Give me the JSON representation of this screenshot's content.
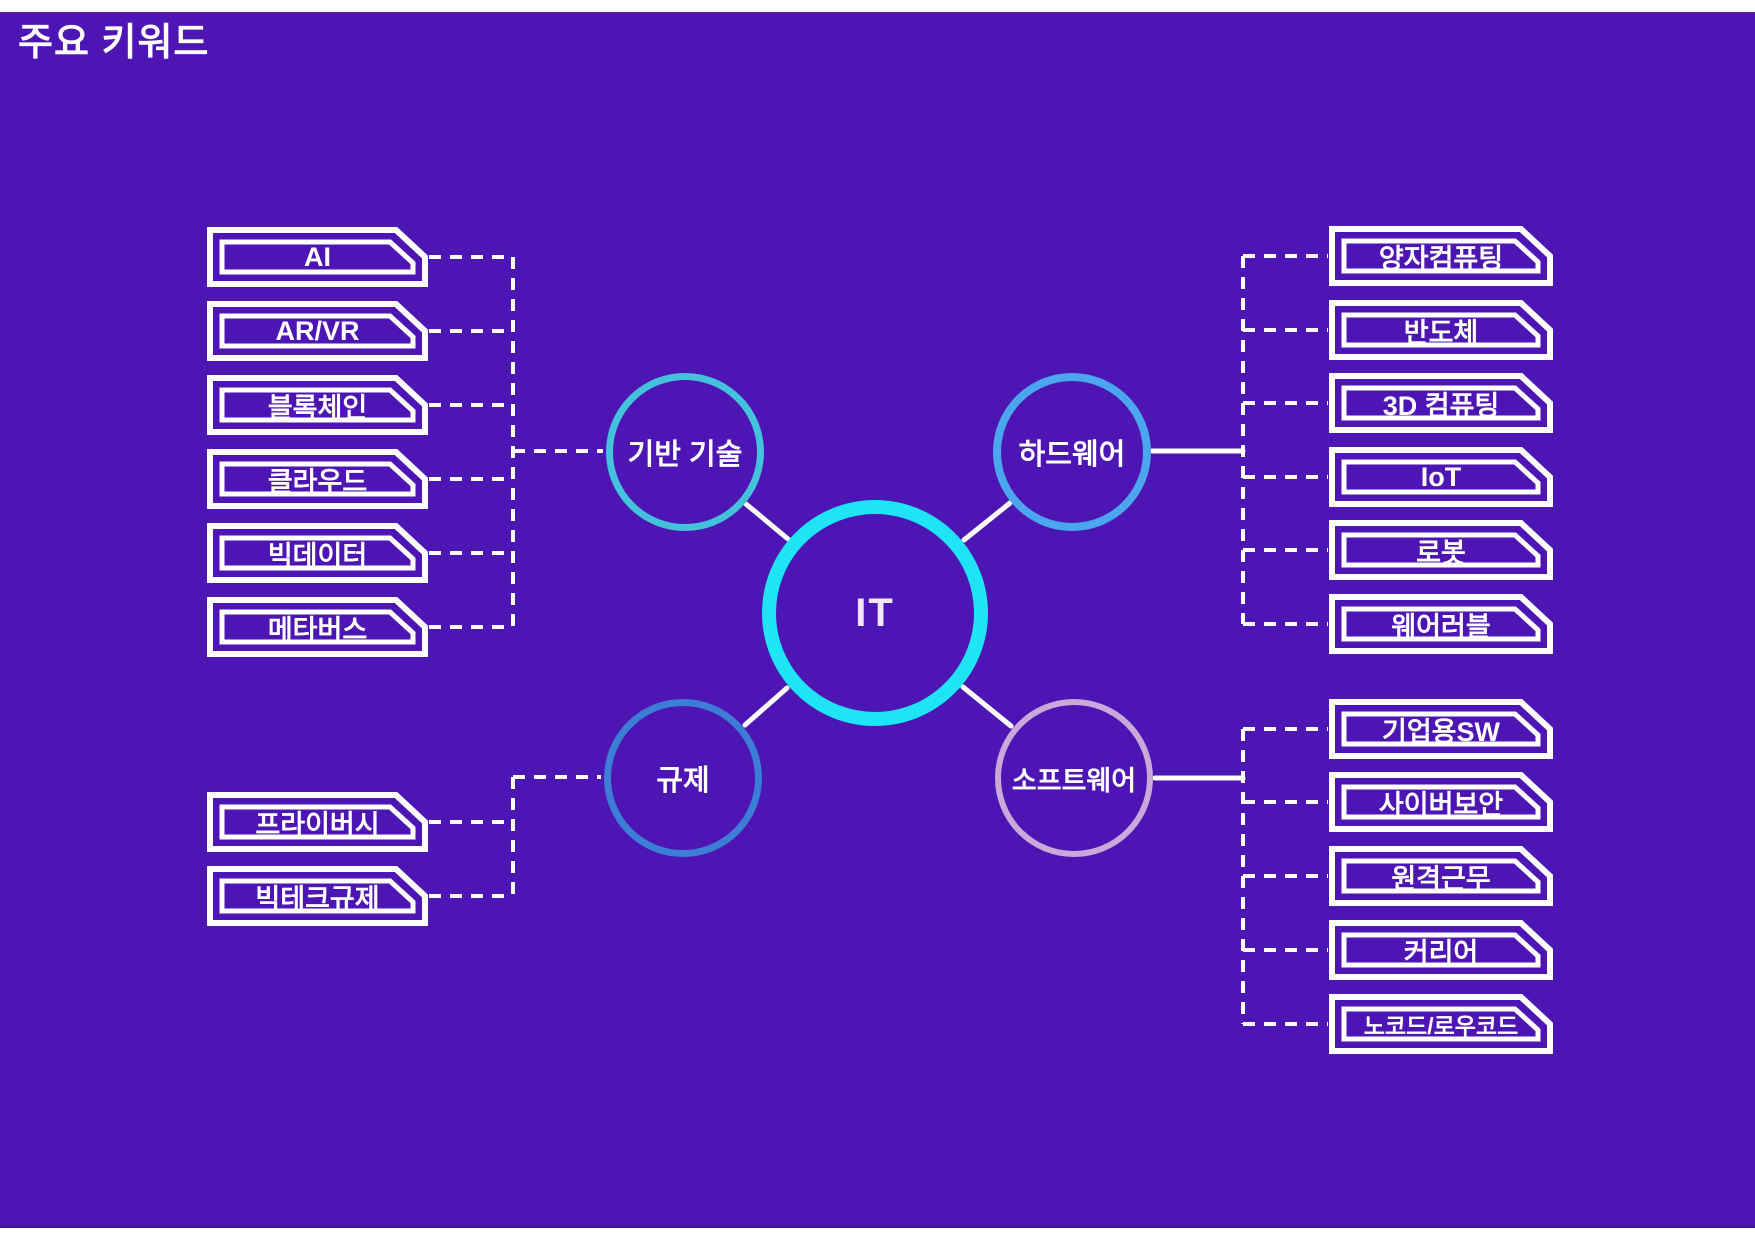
{
  "title": "주요 키워드",
  "center": {
    "label": "IT"
  },
  "branches": [
    {
      "id": "foundation-tech",
      "label": "기반 기술",
      "ring_color": "#45C2DB",
      "items": [
        "AI",
        "AR/VR",
        "블록체인",
        "클라우드",
        "빅데이터",
        "메타버스"
      ]
    },
    {
      "id": "hardware",
      "label": "하드웨어",
      "ring_color": "#4BA6EF",
      "items": [
        "양자컴퓨팅",
        "반도체",
        "3D 컴퓨팅",
        "IoT",
        "로봇",
        "웨어러블"
      ]
    },
    {
      "id": "regulation",
      "label": "규제",
      "ring_color": "#3C7DD6",
      "items": [
        "프라이버시",
        "빅테크규제"
      ]
    },
    {
      "id": "software",
      "label": "소프트웨어",
      "ring_color": "#CBA8DA",
      "items": [
        "기업용SW",
        "사이버보안",
        "원격근무",
        "커리어",
        "노코드/로우코드"
      ]
    }
  ],
  "colors": {
    "background": "#4D15B3",
    "center_ring": "#1FE4F6",
    "connector_line": "#FFFFFF",
    "text": "#FFFFFF"
  }
}
